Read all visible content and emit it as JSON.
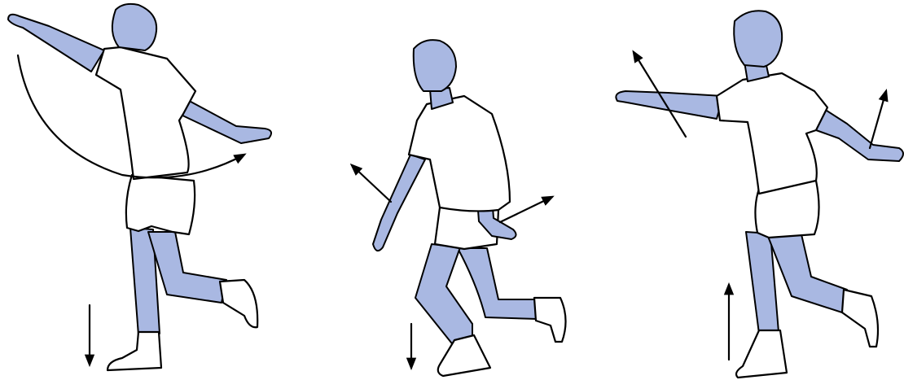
{
  "colors": {
    "skin": "#a9b8e2",
    "cloth": "#ffffff",
    "ink": "#000000",
    "background": "#ffffff"
  },
  "figures": [
    {
      "pose": "arm-swing-circle",
      "foot_arrow": "down"
    },
    {
      "pose": "walking-arms-back",
      "foot_arrow": "down"
    },
    {
      "pose": "arms-out-rotation",
      "foot_arrow": "up"
    }
  ]
}
